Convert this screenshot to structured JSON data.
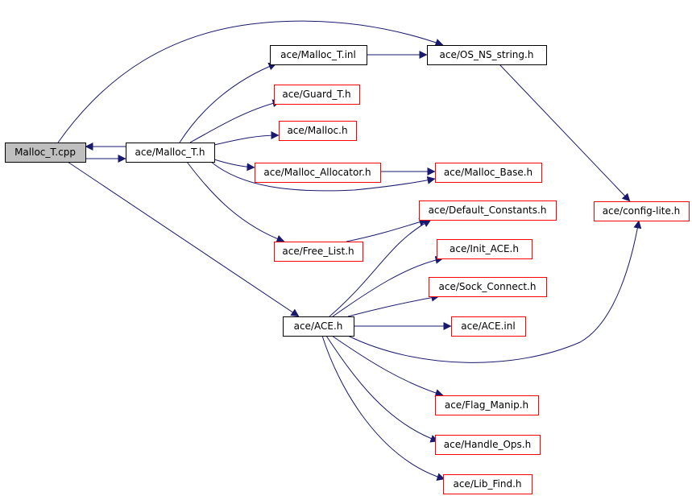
{
  "colors": {
    "edge": "#191970",
    "border_included": "#000000",
    "border_unresolved": "#ff0000",
    "fill_root": "#bfbfbf",
    "fill_default": "#ffffff"
  },
  "nodes": [
    {
      "id": "malloc_t_cpp",
      "label": "Malloc_T.cpp",
      "style": "root"
    },
    {
      "id": "malloc_t_h",
      "label": "ace/Malloc_T.h",
      "style": "included"
    },
    {
      "id": "malloc_t_inl",
      "label": "ace/Malloc_T.inl",
      "style": "included"
    },
    {
      "id": "os_ns_string_h",
      "label": "ace/OS_NS_string.h",
      "style": "included"
    },
    {
      "id": "guard_t_h",
      "label": "ace/Guard_T.h",
      "style": "unresolved"
    },
    {
      "id": "malloc_h",
      "label": "ace/Malloc.h",
      "style": "unresolved"
    },
    {
      "id": "malloc_allocator_h",
      "label": "ace/Malloc_Allocator.h",
      "style": "unresolved"
    },
    {
      "id": "malloc_base_h",
      "label": "ace/Malloc_Base.h",
      "style": "unresolved"
    },
    {
      "id": "config_lite_h",
      "label": "ace/config-lite.h",
      "style": "unresolved"
    },
    {
      "id": "default_constants_h",
      "label": "ace/Default_Constants.h",
      "style": "unresolved"
    },
    {
      "id": "free_list_h",
      "label": "ace/Free_List.h",
      "style": "unresolved"
    },
    {
      "id": "init_ace_h",
      "label": "ace/Init_ACE.h",
      "style": "unresolved"
    },
    {
      "id": "sock_connect_h",
      "label": "ace/Sock_Connect.h",
      "style": "unresolved"
    },
    {
      "id": "ace_h",
      "label": "ace/ACE.h",
      "style": "included"
    },
    {
      "id": "ace_inl",
      "label": "ace/ACE.inl",
      "style": "unresolved"
    },
    {
      "id": "flag_manip_h",
      "label": "ace/Flag_Manip.h",
      "style": "unresolved"
    },
    {
      "id": "handle_ops_h",
      "label": "ace/Handle_Ops.h",
      "style": "unresolved"
    },
    {
      "id": "lib_find_h",
      "label": "ace/Lib_Find.h",
      "style": "unresolved"
    }
  ],
  "edges": [
    {
      "from": "malloc_t_cpp",
      "to": "os_ns_string_h"
    },
    {
      "from": "malloc_t_cpp",
      "to": "malloc_t_h"
    },
    {
      "from": "malloc_t_h",
      "to": "malloc_t_cpp"
    },
    {
      "from": "malloc_t_cpp",
      "to": "ace_h"
    },
    {
      "from": "malloc_t_h",
      "to": "malloc_t_inl"
    },
    {
      "from": "malloc_t_h",
      "to": "guard_t_h"
    },
    {
      "from": "malloc_t_h",
      "to": "malloc_h"
    },
    {
      "from": "malloc_t_h",
      "to": "malloc_allocator_h"
    },
    {
      "from": "malloc_t_h",
      "to": "malloc_base_h"
    },
    {
      "from": "malloc_t_h",
      "to": "free_list_h"
    },
    {
      "from": "malloc_t_inl",
      "to": "os_ns_string_h"
    },
    {
      "from": "os_ns_string_h",
      "to": "config_lite_h"
    },
    {
      "from": "malloc_allocator_h",
      "to": "malloc_base_h"
    },
    {
      "from": "free_list_h",
      "to": "default_constants_h"
    },
    {
      "from": "ace_h",
      "to": "default_constants_h"
    },
    {
      "from": "ace_h",
      "to": "init_ace_h"
    },
    {
      "from": "ace_h",
      "to": "sock_connect_h"
    },
    {
      "from": "ace_h",
      "to": "ace_inl"
    },
    {
      "from": "ace_h",
      "to": "config_lite_h"
    },
    {
      "from": "ace_h",
      "to": "flag_manip_h"
    },
    {
      "from": "ace_h",
      "to": "handle_ops_h"
    },
    {
      "from": "ace_h",
      "to": "lib_find_h"
    }
  ]
}
